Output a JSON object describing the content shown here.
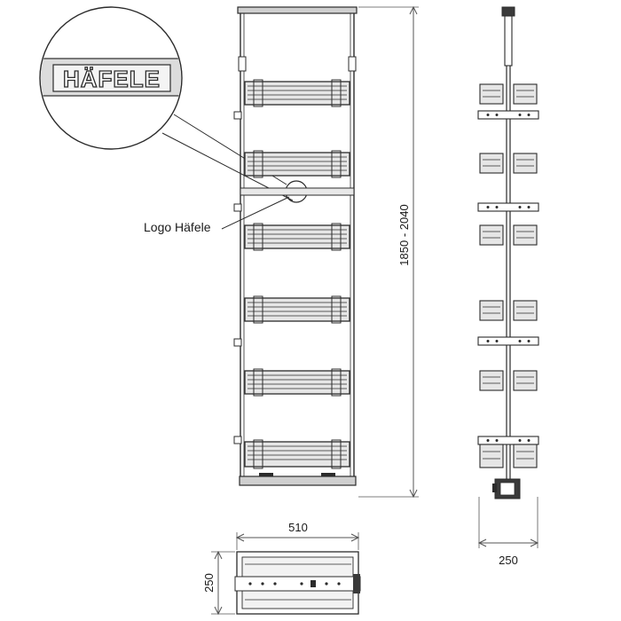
{
  "drawing": {
    "logo_wordmark": "HÄFELE",
    "callout_label": "Logo Häfele",
    "dimensions": {
      "height": "1850 - 2040",
      "width": "510",
      "depth_top_view": "250",
      "depth_side_view": "250"
    },
    "colors": {
      "line": "#2b2b2b",
      "dim_line": "#555555",
      "basket_fill": "#e6e6e6",
      "rail_fill": "#cfcfcf",
      "background": "#ffffff"
    }
  }
}
